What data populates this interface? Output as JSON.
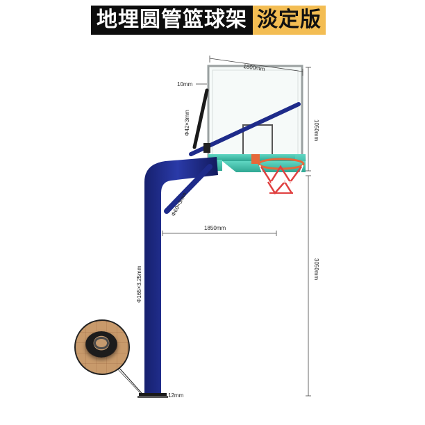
{
  "title": {
    "main": "地埋圆管篮球架",
    "tag": "淡定版"
  },
  "dimensions": {
    "backboard_width": "1800mm",
    "backboard_height": "1050mm",
    "backboard_thickness": "10mm",
    "brace_tube": "Φ42×3mm",
    "arm_tube": "Φ60×3mm",
    "extension": "1850mm",
    "rim_height": "3050mm",
    "pole_tube": "Φ165×3.25mm",
    "base_plate": "12mm"
  },
  "colors": {
    "pole": "#1e2b8a",
    "backboard_frame": "#49c3b0",
    "rim": "#e5683a",
    "net": "#e04040",
    "title_tag_bg": "#f3bd53",
    "title_main_bg": "#0d0d0d"
  }
}
